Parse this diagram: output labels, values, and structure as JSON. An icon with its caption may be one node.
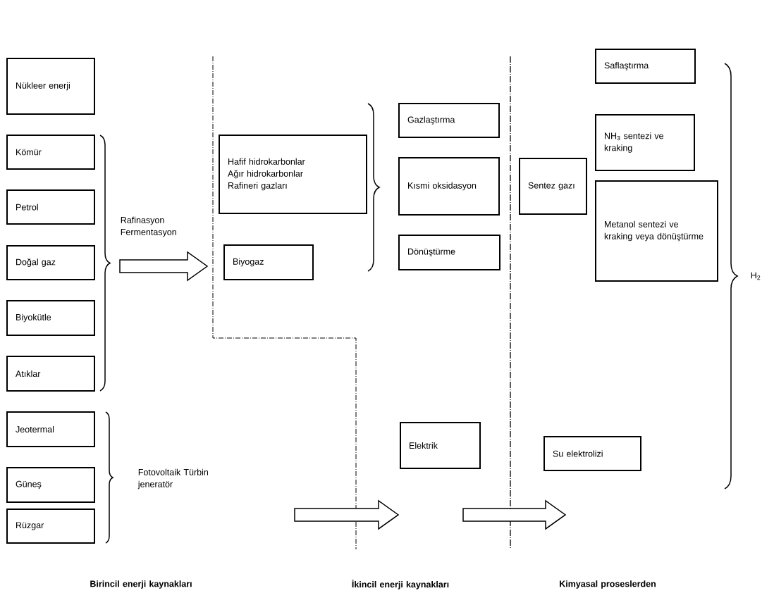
{
  "diagram": {
    "nodes": [
      {
        "text": [
          "Nükleer enerji"
        ]
      },
      {
        "text": [
          "Kömür"
        ]
      },
      {
        "text": [
          "Petrol"
        ]
      },
      {
        "text": [
          "Doğal gaz"
        ]
      },
      {
        "text": [
          "Biyokütle"
        ]
      },
      {
        "text": [
          "Atıklar"
        ]
      },
      {
        "text": [
          "Jeotermal"
        ]
      },
      {
        "text": [
          "Güneş"
        ]
      },
      {
        "text": [
          "Rüzgar"
        ]
      },
      {
        "text": [
          "Hafif hidrokarbonlar",
          "Ağır hidrokarbonlar",
          "Rafineri gazları"
        ]
      },
      {
        "text": [
          "Biyogaz"
        ]
      },
      {
        "text": [
          "Gazlaştırma"
        ]
      },
      {
        "text": [
          "Kısmi oksidasyon"
        ]
      },
      {
        "text": [
          "Dönüştürme"
        ]
      },
      {
        "text": [
          "Sentez gazı"
        ]
      },
      {
        "text": [
          "Saflaştırma"
        ]
      },
      {
        "text": [
          "NH$_{3}$ sentezi ve kraking"
        ]
      },
      {
        "text": [
          "Metanol sentezi ve kraking veya dönüştürme"
        ]
      },
      {
        "text": [
          "Elektrik"
        ]
      },
      {
        "text": [
          "Su elektrolizi"
        ]
      }
    ],
    "labels": [
      "Rafinasyon Fermentasyon",
      "H$_{2}$",
      "Fotovoltaik Türbin jeneratör",
      "Birincil enerji kaynakları",
      "İkincil enerji kaynakları",
      "Kimyasal proseslerden"
    ]
  }
}
